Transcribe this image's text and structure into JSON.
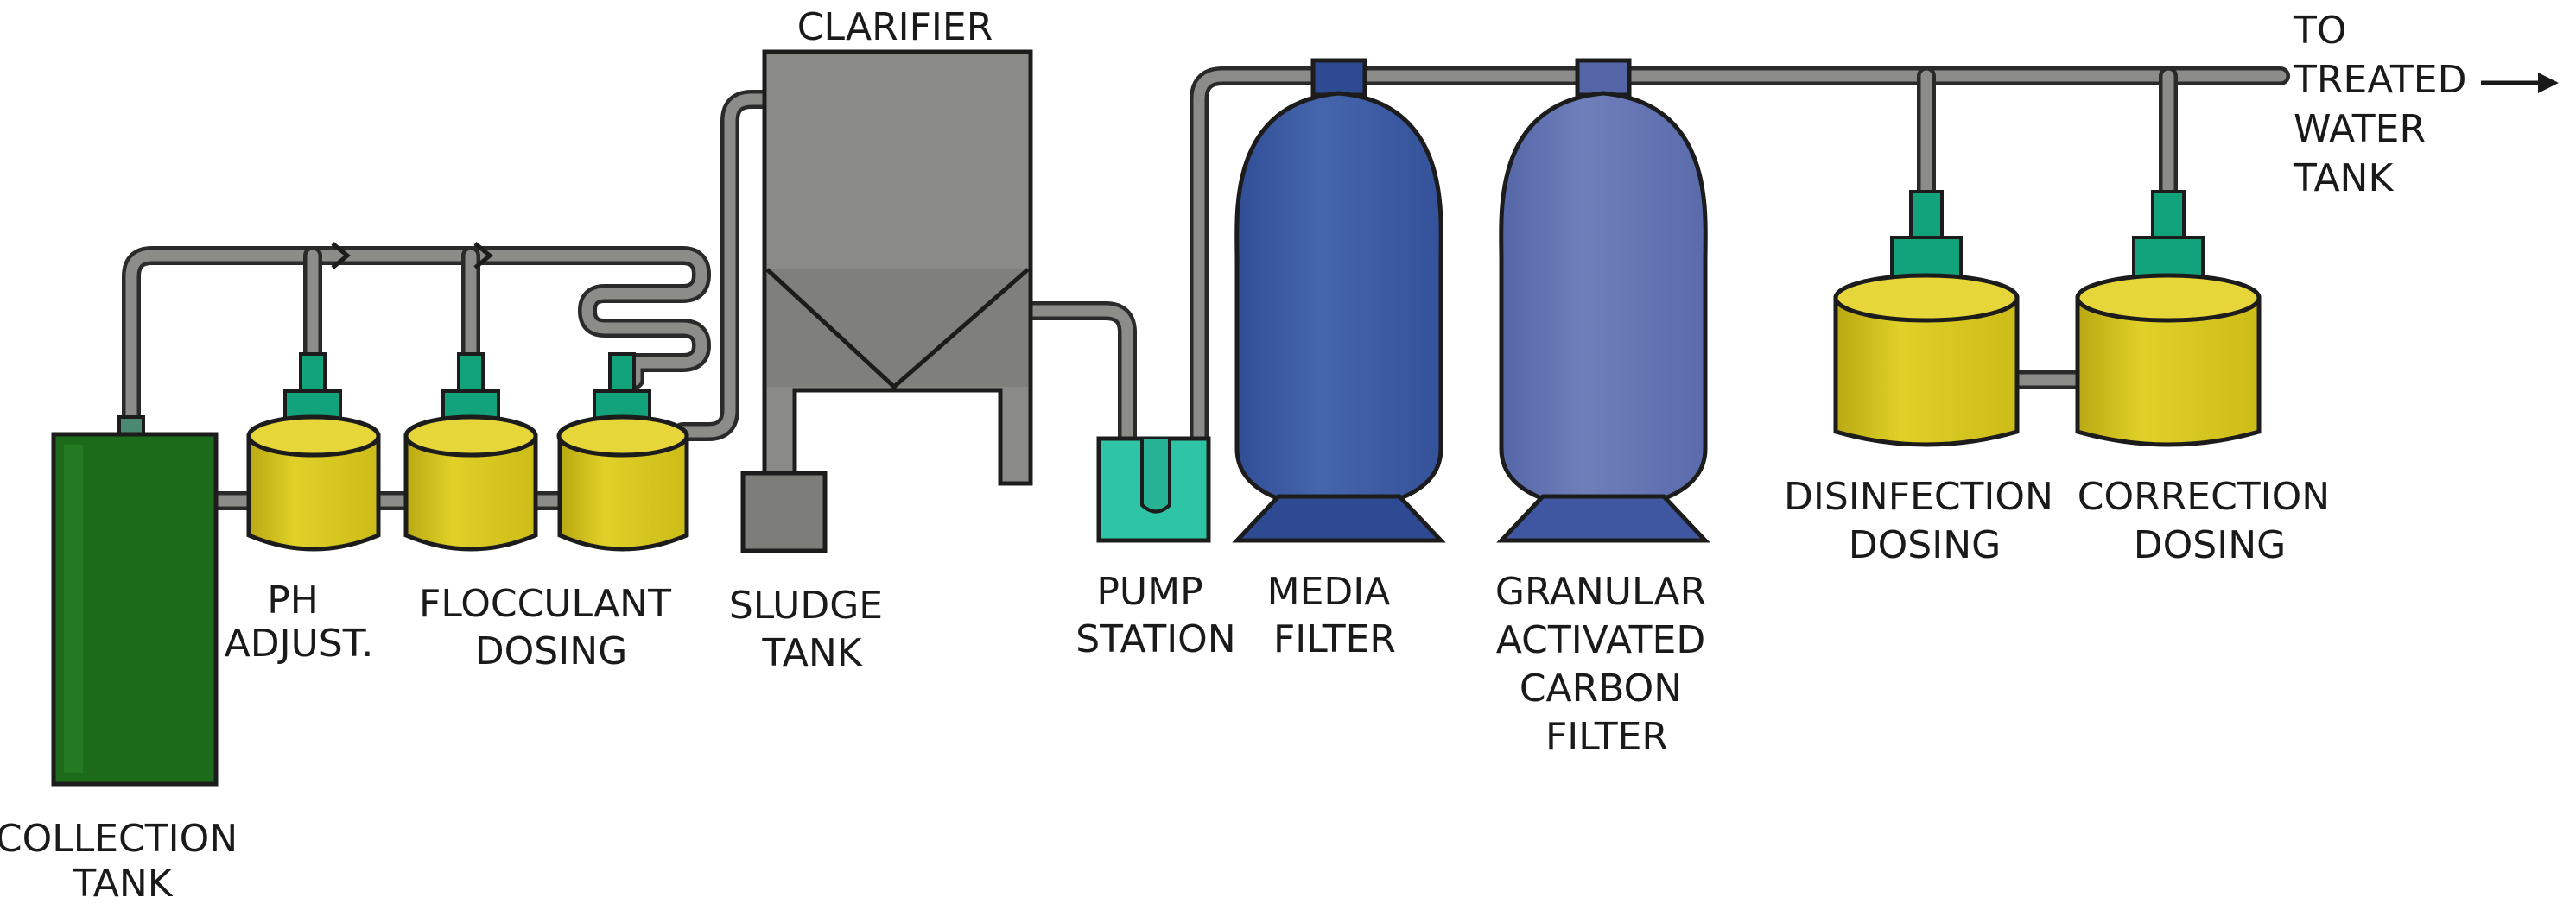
{
  "labels": {
    "collection_tank": [
      "COLLECTION",
      "TANK"
    ],
    "ph_adjust": [
      "PH",
      "ADJUST."
    ],
    "flocculant_dosing": [
      "FLOCCULANT",
      "DOSING"
    ],
    "clarifier": "CLARIFIER",
    "sludge_tank": [
      "SLUDGE",
      "TANK"
    ],
    "pump_station": [
      "PUMP",
      "STATION"
    ],
    "media_filter": [
      "MEDIA",
      "FILTER"
    ],
    "gac_filter": [
      "GRANULAR",
      "ACTIVATED",
      "CARBON",
      "FILTER"
    ],
    "disinfection_dosing": [
      "DISINFECTION",
      "DOSING"
    ],
    "correction_dosing": [
      "CORRECTION",
      "DOSING"
    ],
    "to_treated_water_tank": [
      "TO",
      "TREATED",
      "WATER",
      "TANK"
    ]
  },
  "colors": {
    "collection_tank": "#1b6b1b",
    "dosing_tank": "#d8c81e",
    "dosing_cap": "#12a37a",
    "clarifier": "#8a8a86",
    "sludge_tank": "#7d7d79",
    "pump_station": "#2ec4a6",
    "media_filter": "#3f5fa6",
    "gac_filter": "#6878b4",
    "pipe": "#8c8c88"
  }
}
